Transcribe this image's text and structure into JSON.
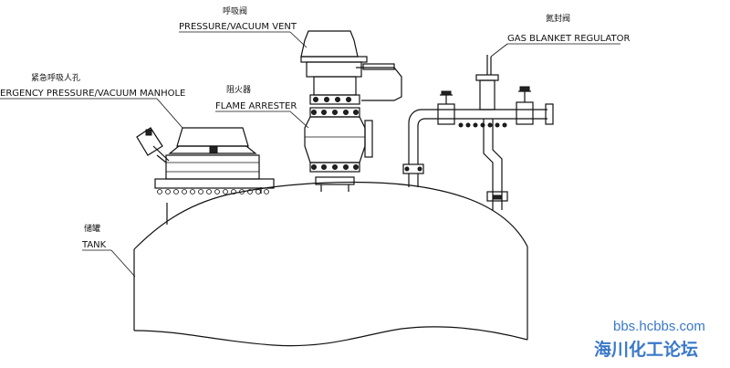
{
  "labels": {
    "pv_vent_cn": "呼吸阀",
    "pv_vent_en": "PRESSURE/VACUUM VENT",
    "gas_regulator_cn": "氮封阀",
    "gas_regulator_en": "GAS BLANKET REGULATOR",
    "manhole_cn": "紧急呼吸人孔",
    "manhole_en": "ERGENCY PRESSURE/VACUUM MANHOLE",
    "arrester_cn": "阻火器",
    "arrester_en": "FLAME ARRESTER",
    "tank_cn": "储罐",
    "tank_en": "TANK"
  },
  "watermark": {
    "url": "bbs.hcbbs.com",
    "name": "海川化工论坛"
  },
  "colors": {
    "line": "#111111",
    "watermark": "#3a78c9"
  }
}
